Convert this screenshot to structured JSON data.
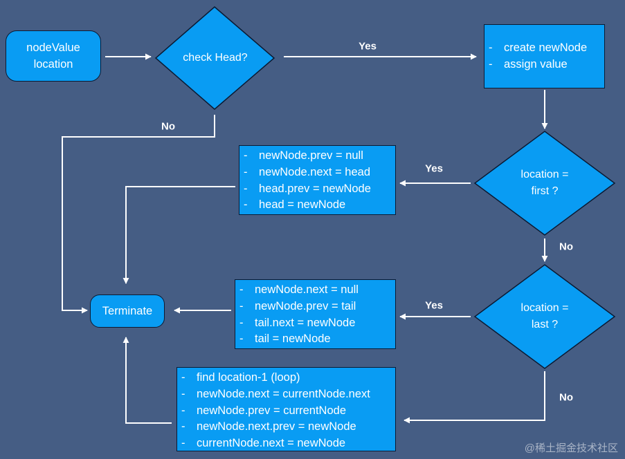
{
  "nodes": {
    "input": {
      "lines": [
        "nodeValue",
        "location"
      ]
    },
    "check_head": {
      "text": "check Head?"
    },
    "create_node": {
      "items": [
        "create newNode",
        "assign value"
      ]
    },
    "location_first": {
      "lines": [
        "location =",
        "first ?"
      ]
    },
    "insert_head": {
      "items": [
        "newNode.prev = null",
        "newNode.next = head",
        "head.prev = newNode",
        "head = newNode"
      ]
    },
    "location_last": {
      "lines": [
        "location =",
        "last ?"
      ]
    },
    "insert_tail": {
      "items": [
        "newNode.next = null",
        "newNode.prev = tail",
        "tail.next = newNode",
        "tail = newNode"
      ]
    },
    "insert_middle": {
      "items": [
        "find location-1 (loop)",
        "newNode.next = currentNode.next",
        "newNode.prev = currentNode",
        "newNode.next.prev = newNode",
        "currentNode.next = newNode"
      ]
    },
    "terminate": {
      "text": "Terminate"
    }
  },
  "edges": {
    "input_to_check": "",
    "check_yes": "Yes",
    "check_no": "No",
    "create_to_first": "",
    "first_yes": "Yes",
    "first_no": "No",
    "head_to_terminate": "",
    "last_yes": "Yes",
    "last_no": "No",
    "tail_to_terminate": "",
    "middle_to_terminate": ""
  },
  "list_bullet": "-",
  "watermark": "@稀土掘金技术社区",
  "colors": {
    "background": "#455d84",
    "node_fill": "#099cf3",
    "node_border": "#0a1a33",
    "connector": "#ffffff"
  }
}
